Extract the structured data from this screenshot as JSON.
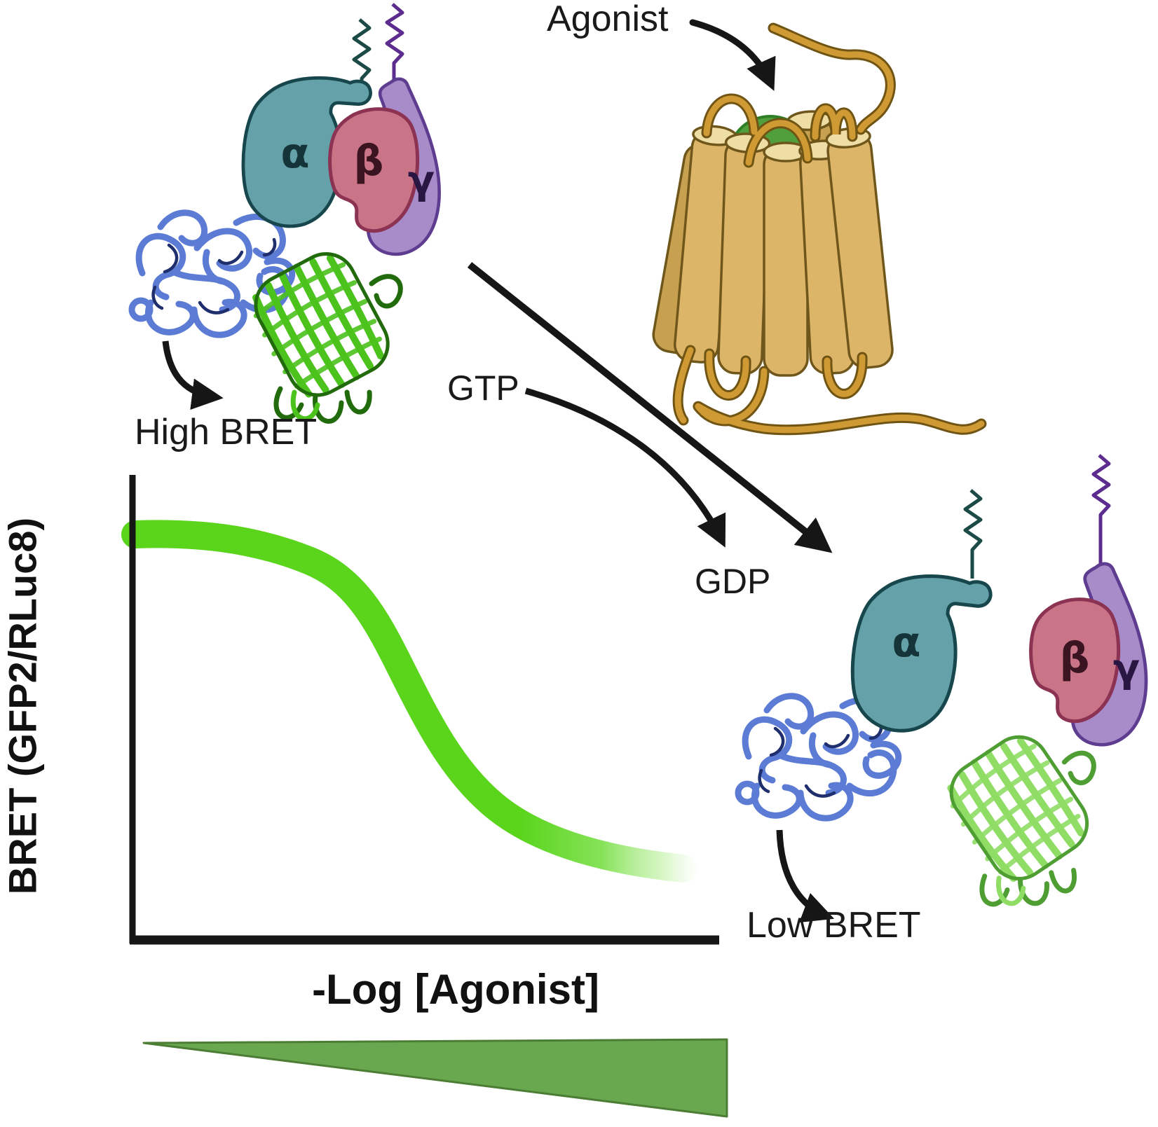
{
  "figure": {
    "description": "BRET biosensor schematic: agonist-activated GPCR triggers G-protein heterotrimer dissociation, decreasing BRET between RLuc8-tagged alpha subunit and GFP2-tagged gamma subunit",
    "labels": {
      "agonist": "Agonist",
      "gtp": "GTP",
      "gdp": "GDP",
      "high_bret": "High BRET",
      "low_bret": "Low BRET"
    },
    "subunits": {
      "alpha": "α",
      "beta": "β",
      "gamma": "γ"
    },
    "chart_data": {
      "type": "line",
      "title": "",
      "xlabel": "-Log [Agonist]",
      "ylabel": "BRET (GFP2/RLuc8)",
      "x_axis_ticks": [],
      "y_axis_ticks": [],
      "grid": false,
      "legend": false,
      "series": [
        {
          "name": "BRET signal",
          "shape": "decreasing sigmoid, fades out at right end",
          "x_relative": [
            0.0,
            0.1,
            0.2,
            0.3,
            0.4,
            0.5,
            0.6,
            0.7,
            0.8,
            0.9,
            1.0
          ],
          "y_relative": [
            1.0,
            1.0,
            0.97,
            0.9,
            0.72,
            0.5,
            0.28,
            0.13,
            0.07,
            0.04,
            0.03
          ],
          "color": "#5ad51c"
        }
      ],
      "below_axis_annotation": "green wedge widening to the right (increasing agonist concentration)"
    },
    "colors": {
      "alpha_fill": "#64a1a8",
      "alpha_stroke": "#17474c",
      "beta_fill": "#c97487",
      "beta_stroke": "#8c3253",
      "gamma_fill": "#a88cc9",
      "gamma_stroke": "#5e3d90",
      "rluc8_blue": "#5b7bd5",
      "rluc8_dark": "#1f2f6e",
      "gfp2_green": "#4cc31d",
      "gfp2_dark": "#226b0d",
      "gfp2_light_green": "#90dd66",
      "gfp2_light_dark": "#4f9e33",
      "receptor_helix": "#dcb569",
      "receptor_helix_back": "#c7a14f",
      "receptor_helix_top": "#efdda6",
      "receptor_outline": "#6f571c",
      "receptor_loop": "#cf9a33",
      "receptor_loop_dark": "#6f5414",
      "agonist_green": "#509f3c",
      "agonist_outline": "#2e7f26",
      "curve_green": "#5ad51c",
      "wedge_green": "#6aa84f",
      "arrow_black": "#161616",
      "text": "#1a1a1a",
      "background": "#ffffff"
    }
  }
}
